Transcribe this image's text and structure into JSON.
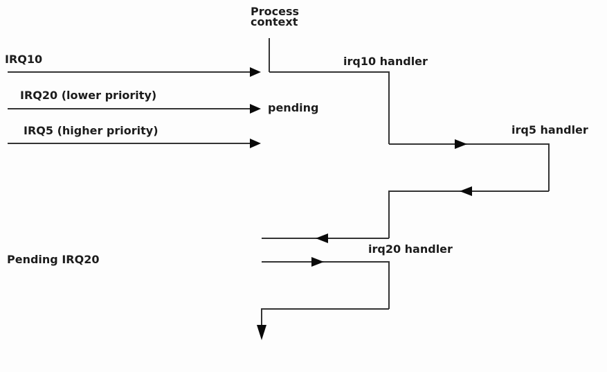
{
  "diagram": {
    "process_context": "Process\ncontext",
    "signals": {
      "irq10": "IRQ10",
      "irq20": "IRQ20 (lower priority)",
      "irq5": "IRQ5 (higher priority)"
    },
    "states": {
      "pending": "pending",
      "pending_irq20": "Pending IRQ20"
    },
    "handlers": {
      "irq10": "irq10 handler",
      "irq5": "irq5 handler",
      "irq20": "irq20 handler"
    },
    "colors": {
      "line": "#333333",
      "arrow": "#0a0a0a",
      "text": "#1c1c1c",
      "background": "#fdfdfd"
    }
  }
}
